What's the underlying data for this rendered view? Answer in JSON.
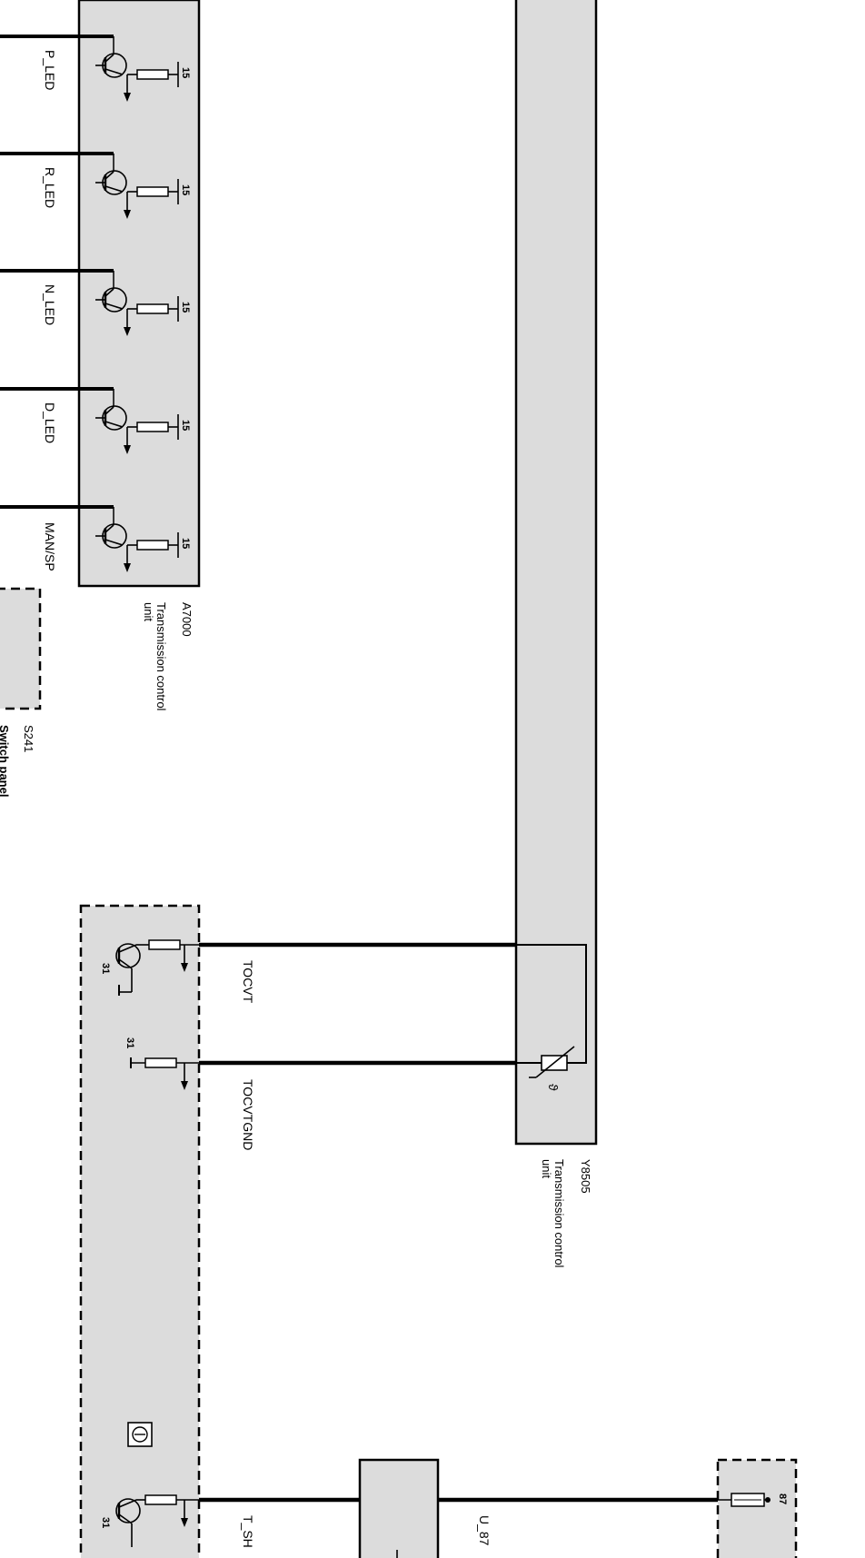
{
  "orientation": "rotated 90 degrees clockwise",
  "colors": {
    "module_fill": "#dcdcdc",
    "line": "#000000",
    "background": "#ffffff"
  },
  "modules": {
    "a7000": {
      "code": "A7000",
      "name_line1": "Transmission control",
      "name_line2": "unit"
    },
    "y8505": {
      "code": "Y8505",
      "name_line1": "Transmission control",
      "name_line2": "unit"
    },
    "s241": {
      "code": "S241",
      "name_line1": "Switch panel"
    }
  },
  "led_outputs": [
    {
      "signal": "P_LED",
      "pin": "15"
    },
    {
      "signal": "R_LED",
      "pin": "15"
    },
    {
      "signal": "N_LED",
      "pin": "15"
    },
    {
      "signal": "D_LED",
      "pin": "15"
    },
    {
      "signal": "MAN/SP",
      "pin": "15"
    }
  ],
  "temp_sensor": {
    "signal_wire": "TOCVT",
    "ground_wire": "TOCVTGND",
    "ground_pin": "31",
    "symbol": "ϑ"
  },
  "bottom": {
    "wire_left": "T_SH",
    "wire_right": "U_87",
    "ground_pin": "31",
    "fuse_pin": "87"
  },
  "icons": [
    "transistor-icon",
    "resistor-icon",
    "ground-arrow-icon",
    "thermistor-icon",
    "relay-icon",
    "fuse-icon"
  ]
}
